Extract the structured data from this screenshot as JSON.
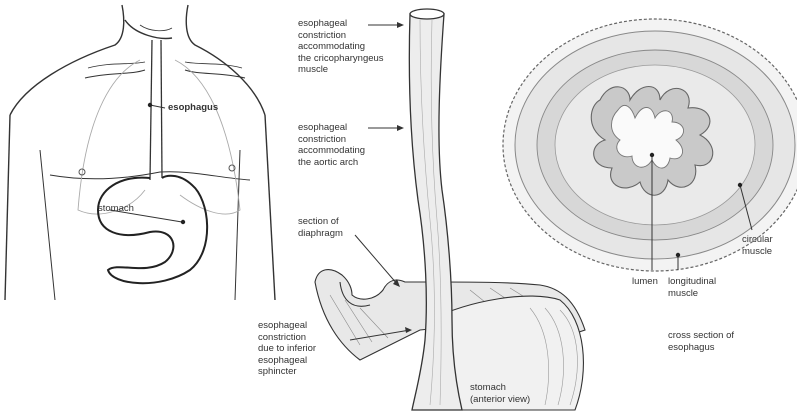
{
  "figure": {
    "left_panel": {
      "esophagus": "esophagus",
      "stomach": "stomach"
    },
    "middle_panel": {
      "constriction_upper": "esophageal\nconstriction\naccommodating\nthe cricopharyngeus\nmuscle",
      "constriction_middle": "esophageal\nconstriction\naccommodating\nthe aortic arch",
      "diaphragm": "section of\ndiaphragm",
      "constriction_lower": "esophageal\nconstriction\ndue to inferior\nesophageal\nsphincter",
      "stomach_view": "stomach\n(anterior view)"
    },
    "right_panel": {
      "lumen": "lumen",
      "longitudinal": "longitudinal\nmuscle",
      "circular": "circular\nmuscle",
      "cross_section": "cross section of\nesophagus"
    }
  },
  "colors": {
    "line": "#333333",
    "tissue": "#cfcfcf",
    "mucosa": "#bdbdbd"
  }
}
